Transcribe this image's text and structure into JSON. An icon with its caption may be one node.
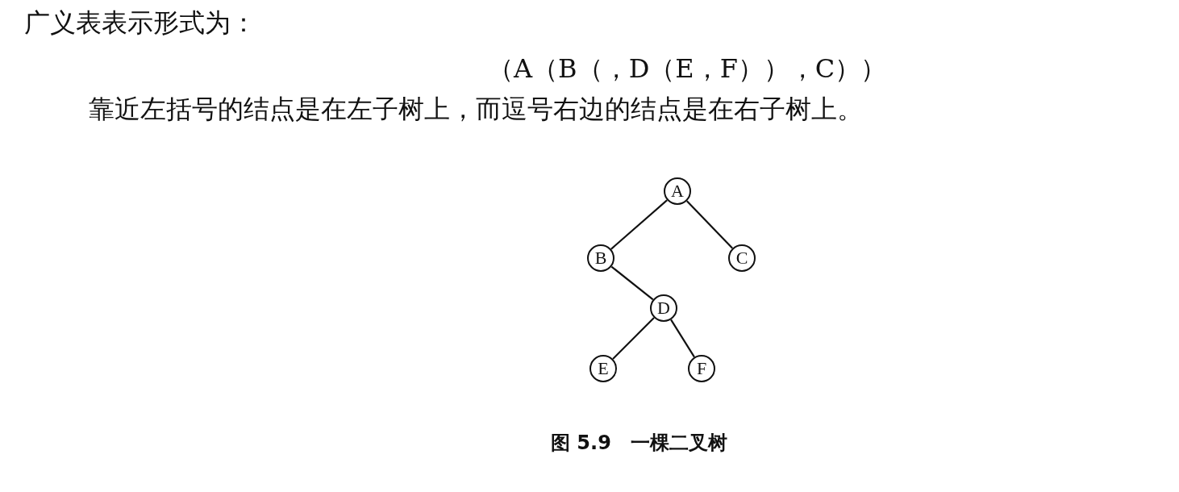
{
  "diagram": {
    "caption": "图 5.9　一棵二叉树",
    "nodes": [
      {
        "text": [
          "A"
        ]
      },
      {
        "text": [
          "B"
        ]
      },
      {
        "text": [
          "C"
        ]
      },
      {
        "text": [
          "D"
        ]
      },
      {
        "text": [
          "E"
        ]
      },
      {
        "text": [
          "F"
        ]
      }
    ],
    "edges": [
      {
        "from": 0,
        "to": 1,
        "arrow": "none"
      },
      {
        "from": 0,
        "to": 2,
        "arrow": "none"
      },
      {
        "from": 1,
        "to": 3,
        "arrow": "none"
      },
      {
        "from": 3,
        "to": 4,
        "arrow": "none"
      },
      {
        "from": 3,
        "to": 5,
        "arrow": "none"
      }
    ],
    "labels": [
      "广义表表示形式为：",
      "（A（B（，D（E，F）），C））",
      "靠近左括号的结点是在左子树上，而逗号右边的结点是在右子树上。"
    ]
  }
}
